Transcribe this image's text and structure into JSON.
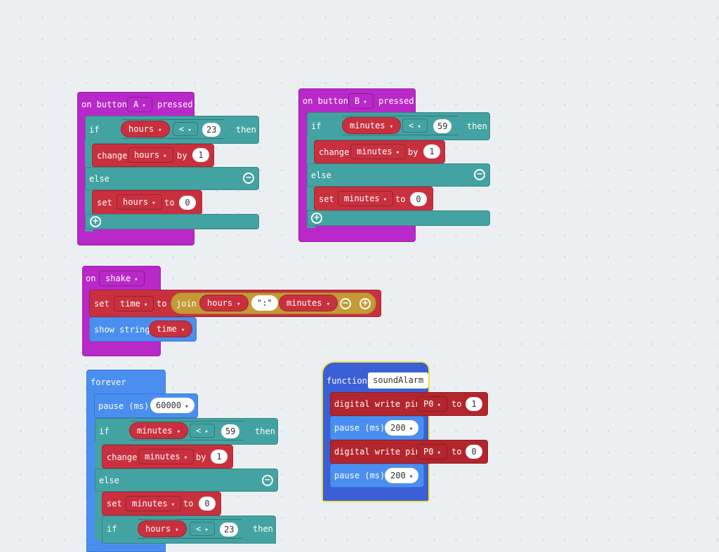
{
  "common": {
    "if": "if",
    "then": "then",
    "else": "else",
    "change": "change",
    "by": "by",
    "set": "set",
    "to": "to",
    "lt": "<",
    "pause": "pause (ms)",
    "digital_write": "digital write pin",
    "caret": "▾"
  },
  "stack_a": {
    "header_on": "on button",
    "button": "A",
    "header_pressed": "pressed",
    "cond_var": "hours",
    "cond_value": "23",
    "change_var": "hours",
    "change_by": "1",
    "set_var": "hours",
    "set_to": "0"
  },
  "stack_b": {
    "header_on": "on button",
    "button": "B",
    "header_pressed": "pressed",
    "cond_var": "minutes",
    "cond_value": "59",
    "change_var": "minutes",
    "change_by": "1",
    "set_var": "minutes",
    "set_to": "0"
  },
  "stack_shake": {
    "header_on": "on",
    "gesture": "shake",
    "set_var": "time",
    "join": "join",
    "join_a": "hours",
    "join_sep": "\":\"",
    "join_b": "minutes",
    "show_string": "show string",
    "show_var": "time"
  },
  "stack_forever": {
    "title": "forever",
    "pause_value": "60000",
    "cond_var": "minutes",
    "cond_value": "59",
    "change_var": "minutes",
    "change_by": "1",
    "set_var": "minutes",
    "set_to": "0",
    "if2_var": "hours",
    "if2_value": "23"
  },
  "stack_function": {
    "keyword": "function",
    "name": "soundAlarm",
    "pin1": "P0",
    "val1": "1",
    "pause1": "200",
    "pin2": "P0",
    "val2": "0",
    "pause2": "200"
  }
}
